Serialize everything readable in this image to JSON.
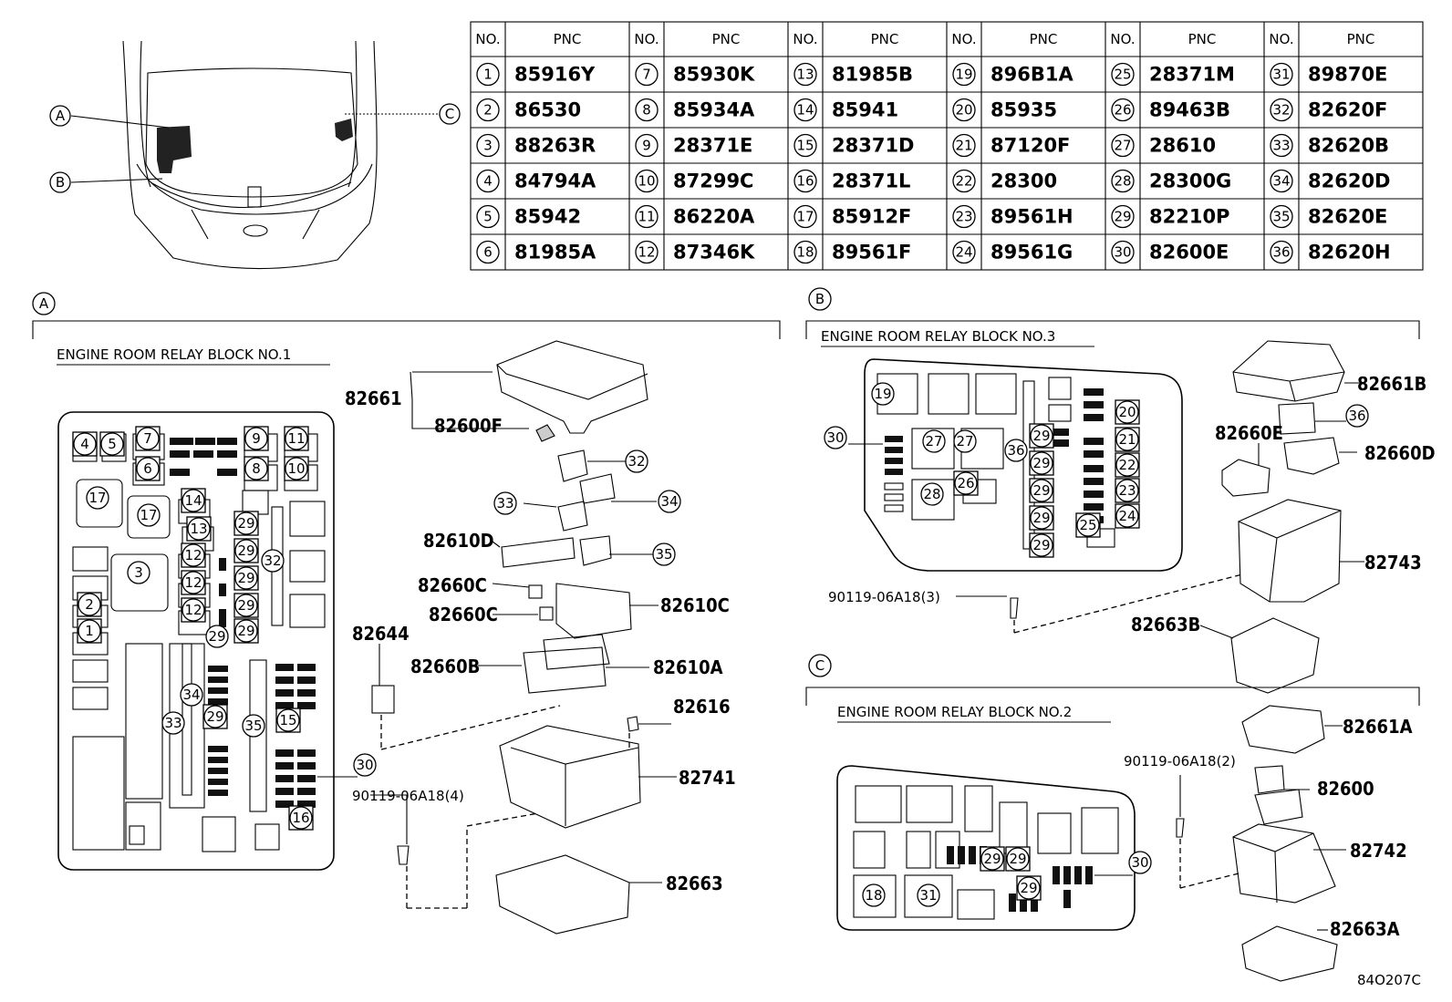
{
  "table": {
    "headers": [
      {
        "no": "NO.",
        "pnc": "PNC"
      },
      {
        "no": "NO.",
        "pnc": "PNC"
      },
      {
        "no": "NO.",
        "pnc": "PNC"
      },
      {
        "no": "NO.",
        "pnc": "PNC"
      },
      {
        "no": "NO.",
        "pnc": "PNC"
      },
      {
        "no": "NO.",
        "pnc": "PNC"
      }
    ],
    "columns": [
      [
        {
          "no": "1",
          "pnc": "85916Y"
        },
        {
          "no": "2",
          "pnc": "86530"
        },
        {
          "no": "3",
          "pnc": "88263R"
        },
        {
          "no": "4",
          "pnc": "84794A"
        },
        {
          "no": "5",
          "pnc": "85942"
        },
        {
          "no": "6",
          "pnc": "81985A"
        }
      ],
      [
        {
          "no": "7",
          "pnc": "85930K"
        },
        {
          "no": "8",
          "pnc": "85934A"
        },
        {
          "no": "9",
          "pnc": "28371E"
        },
        {
          "no": "10",
          "pnc": "87299C"
        },
        {
          "no": "11",
          "pnc": "86220A"
        },
        {
          "no": "12",
          "pnc": "87346K"
        }
      ],
      [
        {
          "no": "13",
          "pnc": "81985B"
        },
        {
          "no": "14",
          "pnc": "85941"
        },
        {
          "no": "15",
          "pnc": "28371D"
        },
        {
          "no": "16",
          "pnc": "28371L"
        },
        {
          "no": "17",
          "pnc": "85912F"
        },
        {
          "no": "18",
          "pnc": "89561F"
        }
      ],
      [
        {
          "no": "19",
          "pnc": "896B1A"
        },
        {
          "no": "20",
          "pnc": "85935"
        },
        {
          "no": "21",
          "pnc": "87120F"
        },
        {
          "no": "22",
          "pnc": "28300"
        },
        {
          "no": "23",
          "pnc": "89561H"
        },
        {
          "no": "24",
          "pnc": "89561G"
        }
      ],
      [
        {
          "no": "25",
          "pnc": "28371M"
        },
        {
          "no": "26",
          "pnc": "89463B"
        },
        {
          "no": "27",
          "pnc": "28610"
        },
        {
          "no": "28",
          "pnc": "28300G"
        },
        {
          "no": "29",
          "pnc": "82210P"
        },
        {
          "no": "30",
          "pnc": "82600E"
        }
      ],
      [
        {
          "no": "31",
          "pnc": "89870E"
        },
        {
          "no": "32",
          "pnc": "82620F"
        },
        {
          "no": "33",
          "pnc": "82620B"
        },
        {
          "no": "34",
          "pnc": "82620D"
        },
        {
          "no": "35",
          "pnc": "82620E"
        },
        {
          "no": "36",
          "pnc": "82620H"
        }
      ]
    ]
  },
  "overview": {
    "callouts": [
      "A",
      "B",
      "C"
    ]
  },
  "section_a": {
    "letter": "A",
    "title": "ENGINE ROOM RELAY BLOCK NO.1",
    "part_labels": [
      "82661",
      "82600F",
      "82610D",
      "82660C",
      "82660C",
      "82610C",
      "82644",
      "82660B",
      "82610A",
      "82616",
      "82741",
      "90119-06A18(4)",
      "82663"
    ],
    "block_refs": [
      "4",
      "5",
      "7",
      "9",
      "11",
      "6",
      "8",
      "10",
      "17",
      "17",
      "14",
      "13",
      "3",
      "12",
      "12",
      "12",
      "2",
      "1",
      "29",
      "29",
      "29",
      "29",
      "29",
      "29",
      "32",
      "34",
      "33",
      "29",
      "35",
      "15",
      "16"
    ],
    "part_refs": [
      "32",
      "34",
      "33",
      "35",
      "30"
    ]
  },
  "section_b": {
    "letter": "B",
    "title": "ENGINE ROOM RELAY BLOCK NO.3",
    "part_labels": [
      "82661B",
      "82660E",
      "82660D",
      "82743",
      "90119-06A18(3)",
      "82663B"
    ],
    "block_refs": [
      "19",
      "27",
      "27",
      "28",
      "26",
      "36",
      "29",
      "29",
      "29",
      "29",
      "29",
      "20",
      "21",
      "22",
      "23",
      "24",
      "25"
    ],
    "part_refs": [
      "30",
      "36"
    ]
  },
  "section_c": {
    "letter": "C",
    "title": "ENGINE ROOM RELAY BLOCK NO.2",
    "part_labels": [
      "82661A",
      "90119-06A18(2)",
      "82600",
      "82742",
      "82663A"
    ],
    "block_refs": [
      "18",
      "31",
      "29",
      "29",
      "29"
    ],
    "part_refs": [
      "30"
    ]
  },
  "figure_code": "84O207C"
}
